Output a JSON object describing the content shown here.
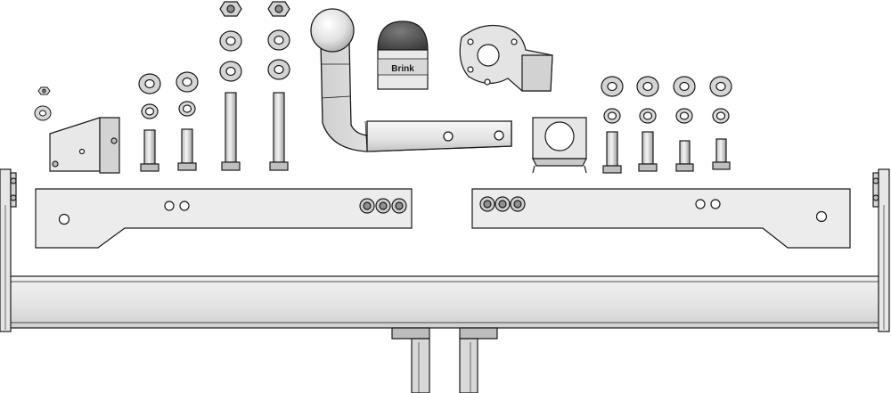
{
  "diagram": {
    "cap_label": "Brink",
    "colors": {
      "outline": "#1a1a1a",
      "metal_light": "#e9e9e9",
      "metal_mid": "#d2d2d2",
      "metal_dark": "#a9a9a9",
      "cap": "#4d4d4d",
      "background": "#ffffff"
    },
    "parts": [
      "tow-ball-arm",
      "ball-cap",
      "socket-mounting-plate",
      "electrical-socket-bracket",
      "left-side-bracket",
      "left-side-plate",
      "right-side-plate",
      "cross-member-bar",
      "center-mounting-brackets",
      "left-end-flange",
      "right-end-flange",
      "long-bolts",
      "medium-bolts",
      "short-bolts",
      "washers",
      "spring-washers",
      "nuts",
      "small-nut"
    ]
  }
}
